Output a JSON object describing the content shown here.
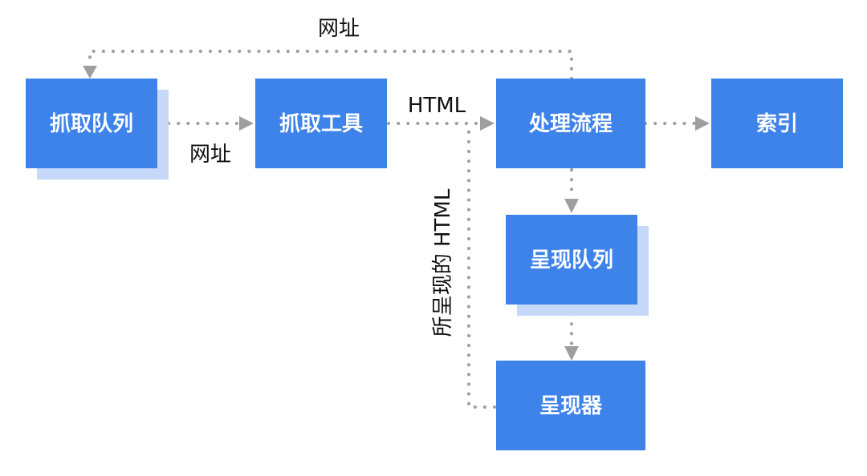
{
  "nodes": {
    "crawl_queue": "抓取队列",
    "crawler": "抓取工具",
    "processing": "处理流程",
    "index": "索引",
    "render_queue": "呈现队列",
    "renderer": "呈现器"
  },
  "edges": {
    "processing_to_crawl_queue": "网址",
    "crawl_queue_to_crawler": "网址",
    "crawler_to_processing": "HTML",
    "renderer_to_processing": "所呈现的 HTML"
  },
  "colors": {
    "node": "#3d83ea",
    "node_shadow": "#c6d9fb",
    "edge": "#9e9e9e"
  }
}
